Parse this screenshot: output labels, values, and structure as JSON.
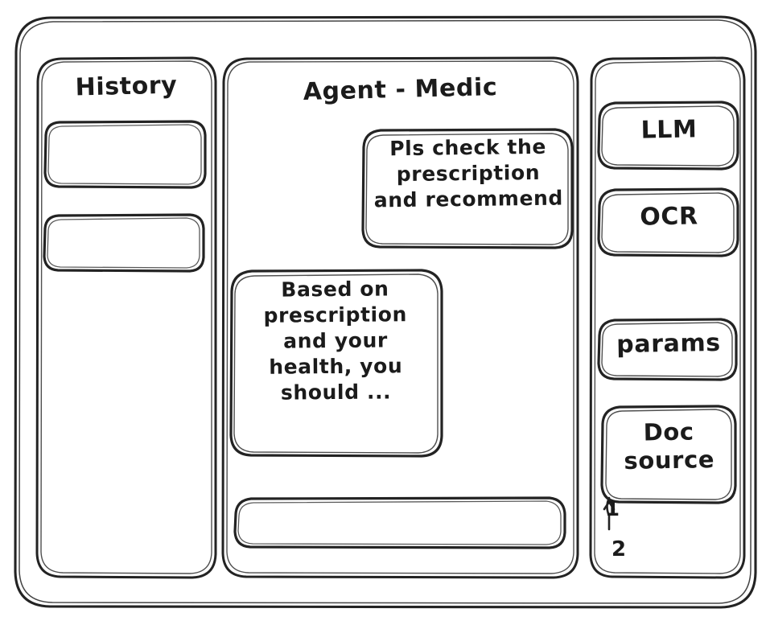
{
  "window": {
    "style": "hand-drawn-wireframe"
  },
  "sidebar_left": {
    "title": "History",
    "items": [
      {
        "label": ""
      },
      {
        "label": ""
      }
    ]
  },
  "main": {
    "title": "Agent - Medic",
    "messages": [
      {
        "role": "user",
        "align": "right",
        "text": "Pls check the\nprescription\nand recommend"
      },
      {
        "role": "assistant",
        "align": "left",
        "text": "Based on\nprescription\nand your\nhealth, you\nshould ..."
      }
    ],
    "composer": {
      "value": "",
      "placeholder": ""
    }
  },
  "sidebar_right": {
    "chips": [
      {
        "label": "LLM"
      },
      {
        "label": "OCR"
      },
      {
        "label": "params"
      },
      {
        "label": "Doc\nsource"
      }
    ],
    "doc_list": [
      {
        "label": "1"
      },
      {
        "label": "2"
      }
    ]
  },
  "colors": {
    "stroke": "#232323",
    "background": "#ffffff",
    "text": "#1b1b1b"
  }
}
